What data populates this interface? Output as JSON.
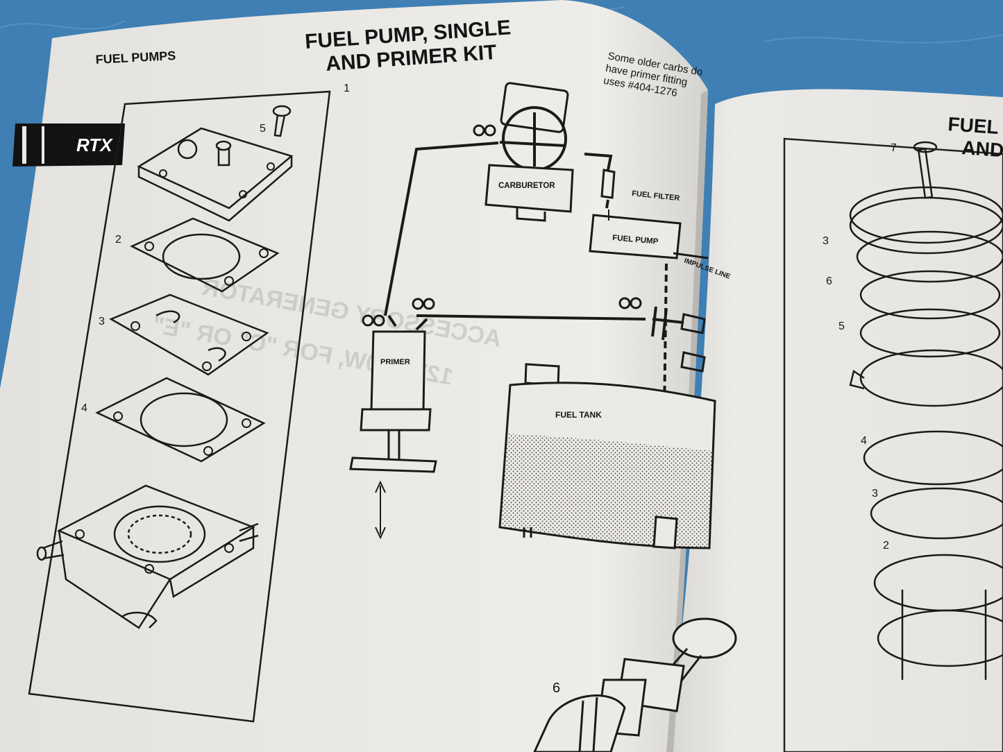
{
  "left_page": {
    "section_label": "FUEL PUMPS",
    "tab_label": "RTX",
    "title_line1": "FUEL PUMP, SINGLE",
    "title_line2": "AND PRIMER KIT",
    "note": [
      "Some older carbs do",
      "have primer fitting",
      "uses #404-1276"
    ],
    "callouts": {
      "c1": "1",
      "c2": "2",
      "c3": "3",
      "c4": "4",
      "c5": "5",
      "c6": "6"
    },
    "diagram_labels": {
      "carburetor": "CARBURETOR",
      "fuel_filter": "FUEL FILTER",
      "fuel_pump": "FUEL PUMP",
      "impulse": "IMPULSE LINE",
      "primer": "PRIMER",
      "fuel_tank": "FUEL TANK"
    },
    "showthrough": [
      "ACCESSORY GENERATOR",
      "12V 220W, FOR \"C\" OR \"E\""
    ]
  },
  "right_page": {
    "title_line1": "FUEL",
    "title_line2": "AND",
    "callouts": {
      "r7": "7",
      "r3a": "3",
      "r6": "6",
      "r5": "5",
      "r4": "4",
      "r3b": "3",
      "r2": "2"
    }
  },
  "colors": {
    "background": "#3f7fb3",
    "paper": "#eceae6",
    "ink": "#141414",
    "title_ink": "#1e1a4a",
    "tab": "#121212"
  }
}
